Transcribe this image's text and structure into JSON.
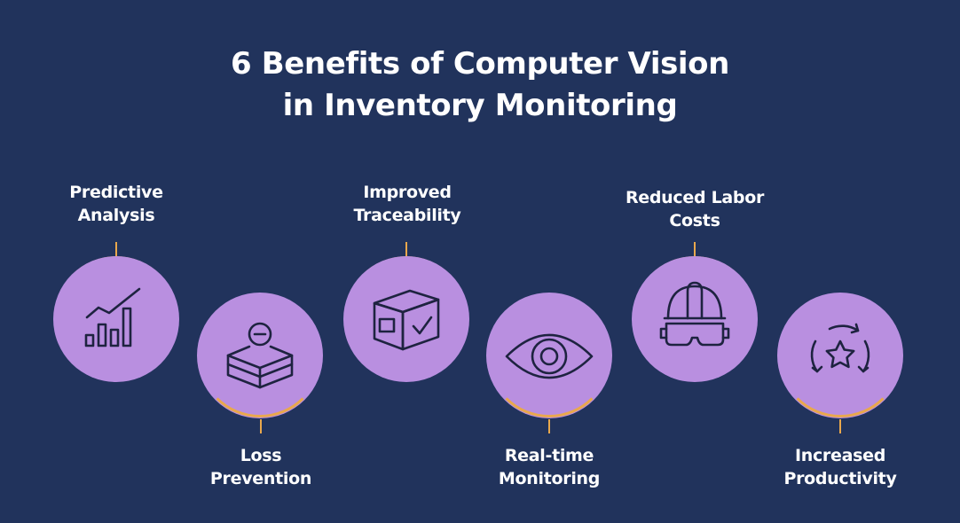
{
  "title": {
    "line1": "6 Benefits of Computer Vision",
    "line2": "in Inventory Monitoring"
  },
  "benefits": [
    {
      "line1": "Predictive",
      "line2": "Analysis",
      "icon": "bar-chart-icon",
      "label_position": "above"
    },
    {
      "line1": "Loss",
      "line2": "Prevention",
      "icon": "stacked-boxes-minus-icon",
      "label_position": "below"
    },
    {
      "line1": "Improved",
      "line2": "Traceability",
      "icon": "box-checkmark-icon",
      "label_position": "above"
    },
    {
      "line1": "Real-time",
      "line2": "Monitoring",
      "icon": "eye-icon",
      "label_position": "below"
    },
    {
      "line1": "Reduced Labor",
      "line2": "Costs",
      "icon": "hard-hat-goggles-icon",
      "label_position": "above"
    },
    {
      "line1": "Increased",
      "line2": "Productivity",
      "icon": "star-cycle-icon",
      "label_position": "below"
    }
  ],
  "colors": {
    "background": "#21335c",
    "circle": "#b98fe0",
    "accent": "#e9a84c",
    "icon_stroke": "#1e2340",
    "text": "#ffffff"
  }
}
